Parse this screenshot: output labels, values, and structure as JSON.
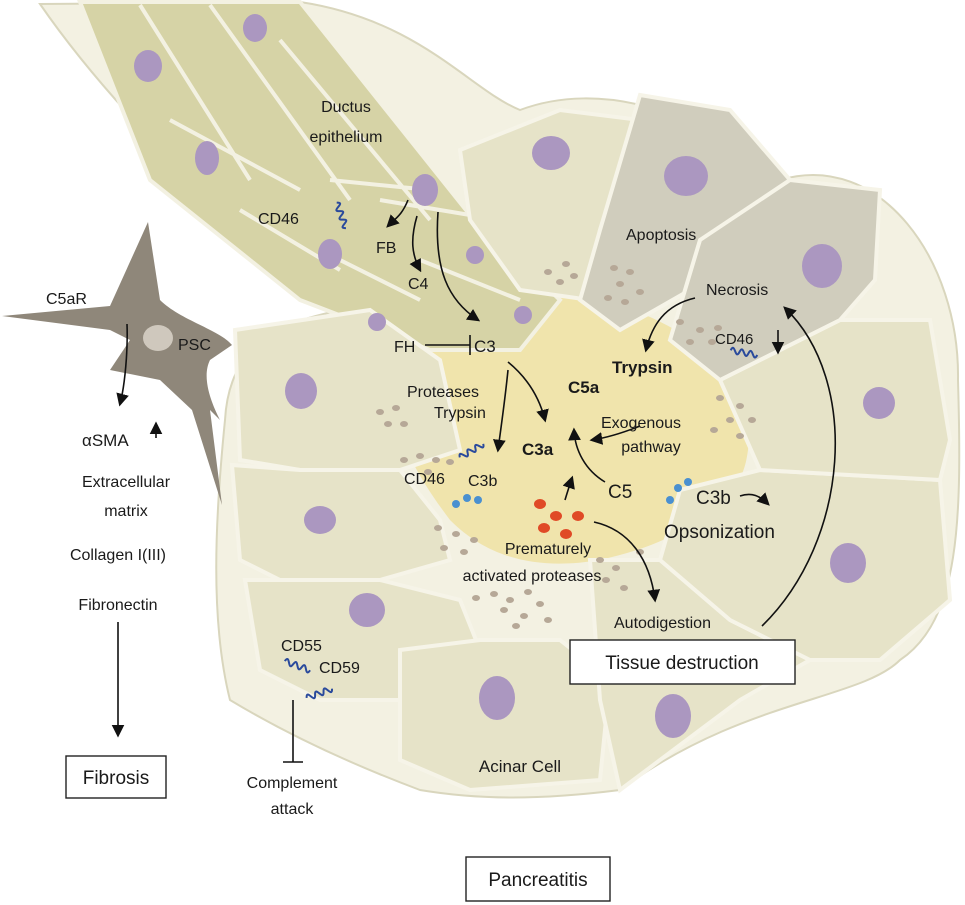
{
  "labels": {
    "ductus_line1": "Ductus",
    "ductus_line2": "epithelium",
    "cd46_top": "CD46",
    "fb": "FB",
    "c4": "C4",
    "c3": "C3",
    "fh": "FH",
    "apoptosis": "Apoptosis",
    "necrosis": "Necrosis",
    "cd46_right": "CD46",
    "trypsin_bold": "Trypsin",
    "c5a": "C5a",
    "exogenous_line1": "Exogenous",
    "exogenous_line2": "pathway",
    "proteases": "Proteases",
    "trypsin": "Trypsin",
    "c3a": "C3a",
    "cd46_mid": "CD46",
    "c3b_left": "C3b",
    "c5": "C5",
    "c3b_right": "C3b",
    "opsonization": "Opsonization",
    "prematurely_line1": "Prematurely",
    "prematurely_line2": "activated proteases",
    "autodigestion": "Autodigestion",
    "tissue_destruction": "Tissue destruction",
    "cd55": "CD55",
    "cd59": "CD59",
    "acinar_cell": "Acinar Cell",
    "complement_line1": "Complement",
    "complement_line2": "attack",
    "c5ar": "C5aR",
    "psc": "PSC",
    "asma": "αSMA",
    "ecm_line1": "Extracellular",
    "ecm_line2": "matrix",
    "collagen": "Collagen I(III)",
    "fibronectin": "Fibronectin",
    "fibrosis": "Fibrosis",
    "pancreatitis": "Pancreatitis"
  },
  "colors": {
    "duct_cell": "#d6d3a6",
    "acinar_cell": "#e6e3c8",
    "lumen": "#f0e2a6",
    "damaged_cell": "#d0cdbd",
    "psc": "#8f877a",
    "nucleus": "#ab97c0",
    "granule": "#b6a897",
    "receptor": "#2a4a9c",
    "active_protease": "#e04a26",
    "c3b_dot": "#4a90d0"
  }
}
